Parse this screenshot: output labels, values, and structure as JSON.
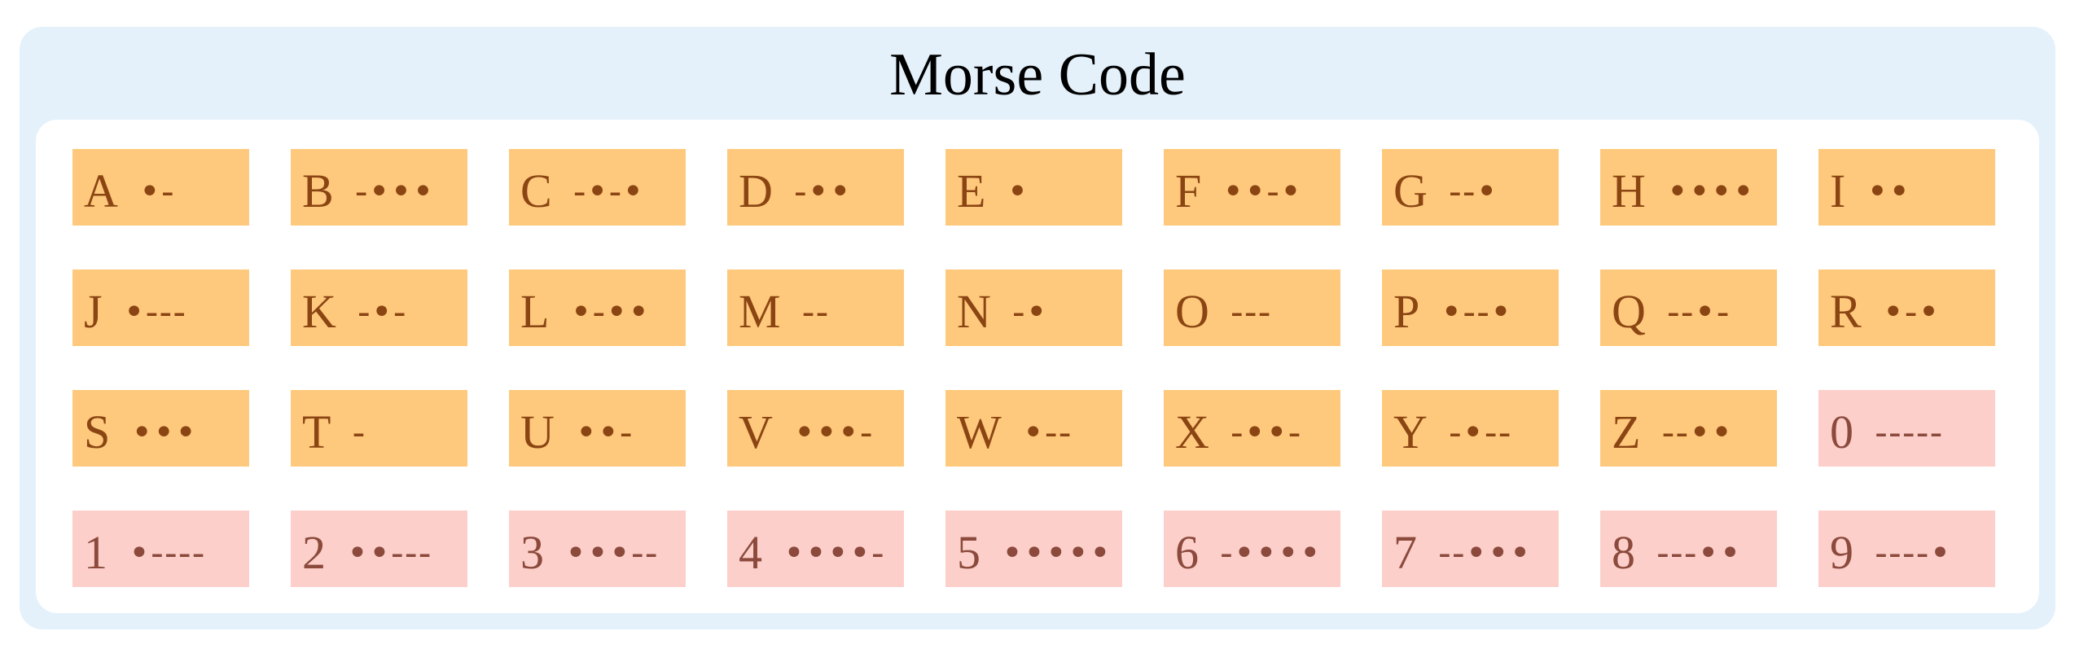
{
  "diagram": {
    "title": "Morse Code",
    "colors": {
      "frame": "#e4f1fa",
      "letter_cell": "#fec97c",
      "letter_text": "#8b4513",
      "digit_cell": "#fccfca",
      "digit_text": "#8b4a3c"
    },
    "cells": [
      {
        "char": "A",
        "code": "•-",
        "kind": "letter"
      },
      {
        "char": "B",
        "code": "-•••",
        "kind": "letter"
      },
      {
        "char": "C",
        "code": "-•-•",
        "kind": "letter"
      },
      {
        "char": "D",
        "code": "-••",
        "kind": "letter"
      },
      {
        "char": "E",
        "code": "•",
        "kind": "letter"
      },
      {
        "char": "F",
        "code": "••-•",
        "kind": "letter"
      },
      {
        "char": "G",
        "code": "--•",
        "kind": "letter"
      },
      {
        "char": "H",
        "code": "••••",
        "kind": "letter"
      },
      {
        "char": "I",
        "code": "••",
        "kind": "letter"
      },
      {
        "char": "J",
        "code": "•---",
        "kind": "letter"
      },
      {
        "char": "K",
        "code": "-•-",
        "kind": "letter"
      },
      {
        "char": "L",
        "code": "•-••",
        "kind": "letter"
      },
      {
        "char": "M",
        "code": "--",
        "kind": "letter"
      },
      {
        "char": "N",
        "code": "-•",
        "kind": "letter"
      },
      {
        "char": "O",
        "code": "---",
        "kind": "letter"
      },
      {
        "char": "P",
        "code": "•--•",
        "kind": "letter"
      },
      {
        "char": "Q",
        "code": "--•-",
        "kind": "letter"
      },
      {
        "char": "R",
        "code": "•-•",
        "kind": "letter"
      },
      {
        "char": "S",
        "code": "•••",
        "kind": "letter"
      },
      {
        "char": "T",
        "code": "-",
        "kind": "letter"
      },
      {
        "char": "U",
        "code": "••-",
        "kind": "letter"
      },
      {
        "char": "V",
        "code": "•••-",
        "kind": "letter"
      },
      {
        "char": "W",
        "code": "•--",
        "kind": "letter"
      },
      {
        "char": "X",
        "code": "-••-",
        "kind": "letter"
      },
      {
        "char": "Y",
        "code": "-•--",
        "kind": "letter"
      },
      {
        "char": "Z",
        "code": "--••",
        "kind": "letter"
      },
      {
        "char": "0",
        "code": "-----",
        "kind": "digit"
      },
      {
        "char": "1",
        "code": "•----",
        "kind": "digit"
      },
      {
        "char": "2",
        "code": "••---",
        "kind": "digit"
      },
      {
        "char": "3",
        "code": "•••--",
        "kind": "digit"
      },
      {
        "char": "4",
        "code": "••••-",
        "kind": "digit"
      },
      {
        "char": "5",
        "code": "•••••",
        "kind": "digit"
      },
      {
        "char": "6",
        "code": "-••••",
        "kind": "digit"
      },
      {
        "char": "7",
        "code": "--•••",
        "kind": "digit"
      },
      {
        "char": "8",
        "code": "---••",
        "kind": "digit"
      },
      {
        "char": "9",
        "code": "----•",
        "kind": "digit"
      }
    ]
  }
}
